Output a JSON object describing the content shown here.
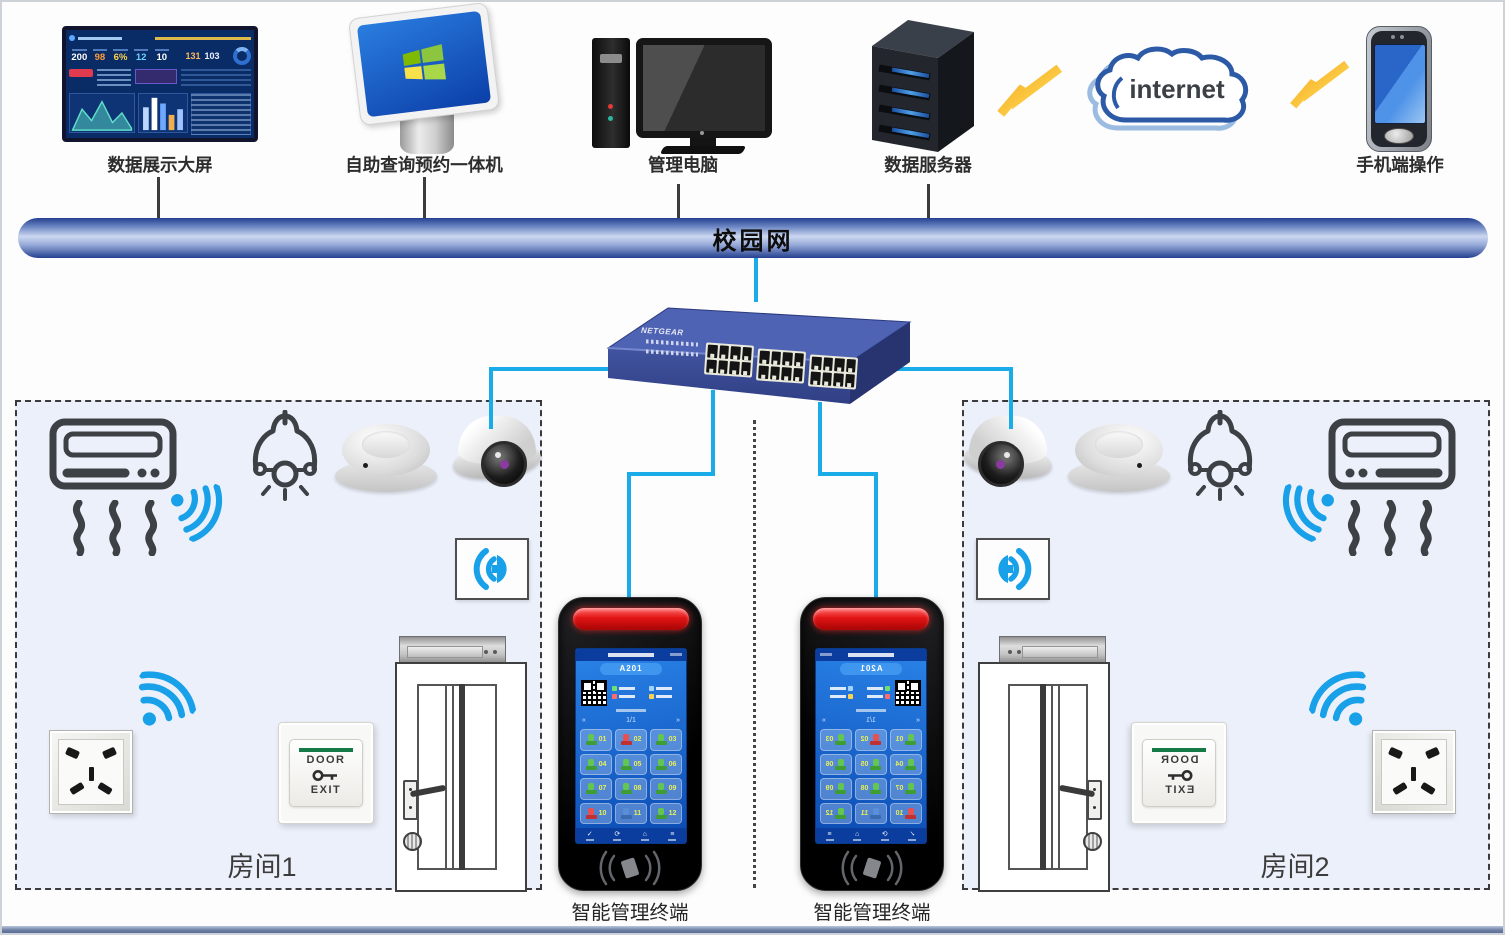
{
  "top": {
    "display": {
      "label": "数据展示大屏",
      "screen": {
        "kpis": [
          "200",
          "98",
          "6%",
          "12",
          "10"
        ],
        "panel": [
          "131",
          "103"
        ]
      }
    },
    "kiosk": {
      "label": "自助查询预约一体机"
    },
    "pc": {
      "label": "管理电脑"
    },
    "server": {
      "label": "数据服务器"
    },
    "cloud": {
      "label": "internet"
    },
    "phone": {
      "label": "手机端操作"
    }
  },
  "network": {
    "campus": "校园网",
    "switch_brand": "NETGEAR"
  },
  "rooms": {
    "room1_label": "房间1",
    "room2_label": "房间2",
    "exit_button": {
      "top": "DOOR",
      "bottom": "EXIT"
    }
  },
  "terminal": {
    "label": "智能管理终端",
    "room_code": "A201",
    "pagination": "1/1",
    "nav": [
      "✓",
      "⟳",
      "⌂",
      "≡"
    ],
    "seats": [
      {
        "num": "01",
        "state": "green"
      },
      {
        "num": "02",
        "state": "red"
      },
      {
        "num": "03",
        "state": "green"
      },
      {
        "num": "04",
        "state": "green"
      },
      {
        "num": "05",
        "state": "green"
      },
      {
        "num": "06",
        "state": "green"
      },
      {
        "num": "07",
        "state": "green"
      },
      {
        "num": "08",
        "state": "green"
      },
      {
        "num": "09",
        "state": "green"
      },
      {
        "num": "10",
        "state": "red"
      },
      {
        "num": "11",
        "state": "blue"
      },
      {
        "num": "12",
        "state": "green"
      }
    ]
  },
  "colors": {
    "cyan_line": "#19ace9",
    "room_bg": "#ecf0fa",
    "accent_blue": "#18a0e8",
    "campus_bar_dark": "#24408f",
    "terminal_red_bar": "#e31414"
  }
}
